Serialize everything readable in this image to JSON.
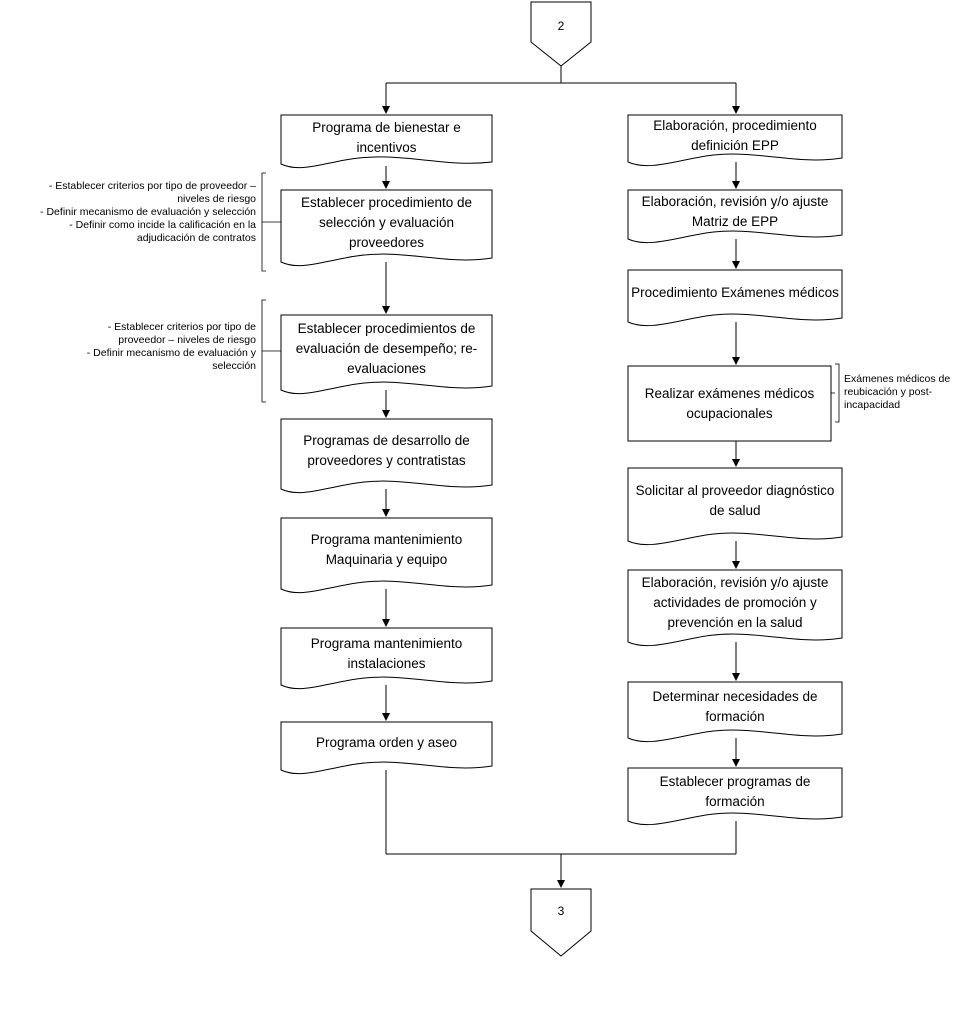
{
  "connectors": {
    "top": "2",
    "bottom": "3"
  },
  "left_column": [
    {
      "id": "bienestar",
      "text": "Programa de bienestar e incentivos"
    },
    {
      "id": "seleccion",
      "text": "Establecer procedimiento de\nselección y evaluación proveedores"
    },
    {
      "id": "desempeno",
      "text": "Establecer procedimientos de\nevaluación de desempeño; re-\nevaluaciones"
    },
    {
      "id": "desarrollo",
      "text": "Programas de desarrollo de\nproveedores y contratistas"
    },
    {
      "id": "maquinaria",
      "text": "Programa mantenimiento\nMaquinaria y equipo"
    },
    {
      "id": "instalaciones",
      "text": "Programa mantenimiento\ninstalaciones"
    },
    {
      "id": "orden",
      "text": "Programa orden y aseo"
    }
  ],
  "right_column": [
    {
      "id": "epp",
      "text": "Elaboración, procedimiento\ndefinición EPP"
    },
    {
      "id": "matriz",
      "text": "Elaboración, revisión y/o ajuste\nMatriz de EPP"
    },
    {
      "id": "examenes",
      "text": "Procedimiento Exámenes médicos"
    },
    {
      "id": "realizar",
      "text": "Realizar exámenes médicos\nocupacionales"
    },
    {
      "id": "solicitar",
      "text": "Solicitar al proveedor diagnóstico\nde salud"
    },
    {
      "id": "promocion",
      "text": "Elaboración, revisión y/o ajuste\nactividades de promoción y\nprevención en la salud"
    },
    {
      "id": "necesidades",
      "text": "Determinar necesidades de\nformación"
    },
    {
      "id": "formacion",
      "text": "Establecer programas de\nformación"
    }
  ],
  "notes": {
    "seleccion": "- Establecer criterios por tipo de proveedor –\nniveles de riesgo\n- Definir mecanismo de evaluación y selección\n- Definir como incide la calificación en la\nadjudicación de contratos",
    "desempeno": "- Establecer criterios por tipo de\nproveedor – niveles de riesgo\n- Definir mecanismo de evaluación y\nselección",
    "realizar": "Exámenes médicos de\nreubicación y post-\nincapacidad"
  }
}
